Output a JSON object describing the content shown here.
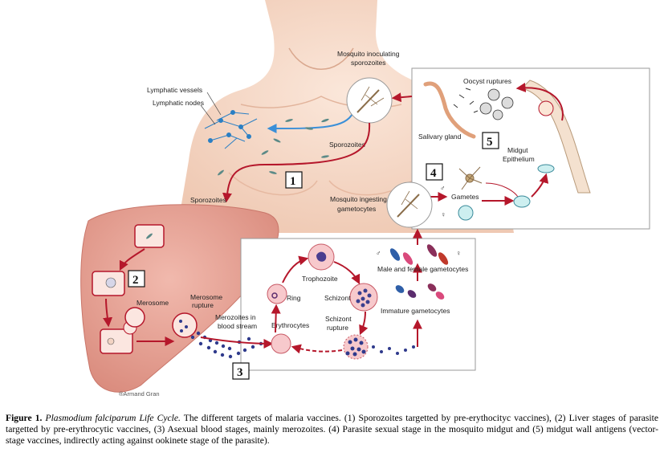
{
  "labels": {
    "lymphatic_vessels": "Lymphatic vessels",
    "lymphatic_nodes": "Lymphatic nodes",
    "mosquito_inoculating_1": "Mosquito inoculating",
    "mosquito_inoculating_2": "sporozoites",
    "sporozoites_chest": "Sporozoites",
    "sporozoites_liver": "Sporozoites",
    "oocyst_ruptures": "Oocyst ruptures",
    "salivary_gland": "Salivary gland",
    "midgut_1": "Midgut",
    "midgut_2": "Epithelium",
    "mosquito_ingesting_1": "Mosquito ingesting",
    "mosquito_ingesting_2": "gametocytes",
    "gametes": "Gametes",
    "male_female_gametocytes": "Male and female gametocytes",
    "immature_gametocytes": "Immature gametocytes",
    "trophozoite": "Trophozoite",
    "ring": "Ring",
    "schizont": "Schizont",
    "schizont_rupture_1": "Schizont",
    "schizont_rupture_2": "rupture",
    "erythrocytes": "Erythrocytes",
    "merosome": "Merosome",
    "merosome_rupture_1": "Merosome",
    "merosome_rupture_2": "rupture",
    "merozoites_1": "Merozoites in",
    "merozoites_2": "blood stream",
    "credit": "®Armand Gran",
    "male_symbol": "♂",
    "female_symbol": "♀"
  },
  "stages": [
    "1",
    "2",
    "3",
    "4",
    "5"
  ],
  "caption": {
    "figure_label": "Figure 1.",
    "title": "Plasmodium falciparum Life Cycle.",
    "text": "The different targets of malaria vaccines. (1) Sporozoites targetted by pre-erythocityc vaccines), (2) Liver stages of parasite targetted by pre-erythrocytic vaccines, (3) Asexual blood stages, mainly merozoites. (4) Parasite sexual stage in the mosquito midgut and (5) midgut wall antigens (vector-stage vaccines, indirectly acting against ookinete stage of the parasite)."
  },
  "colors": {
    "arrow_red": "#b5172b",
    "arrow_blue": "#3a8fd8",
    "skin": "#f6dccb",
    "liver": "#e8a89b",
    "rbc": "#f7c9cc",
    "merozoite": "#2f3a8c",
    "panel_border": "#9a9a9a"
  }
}
